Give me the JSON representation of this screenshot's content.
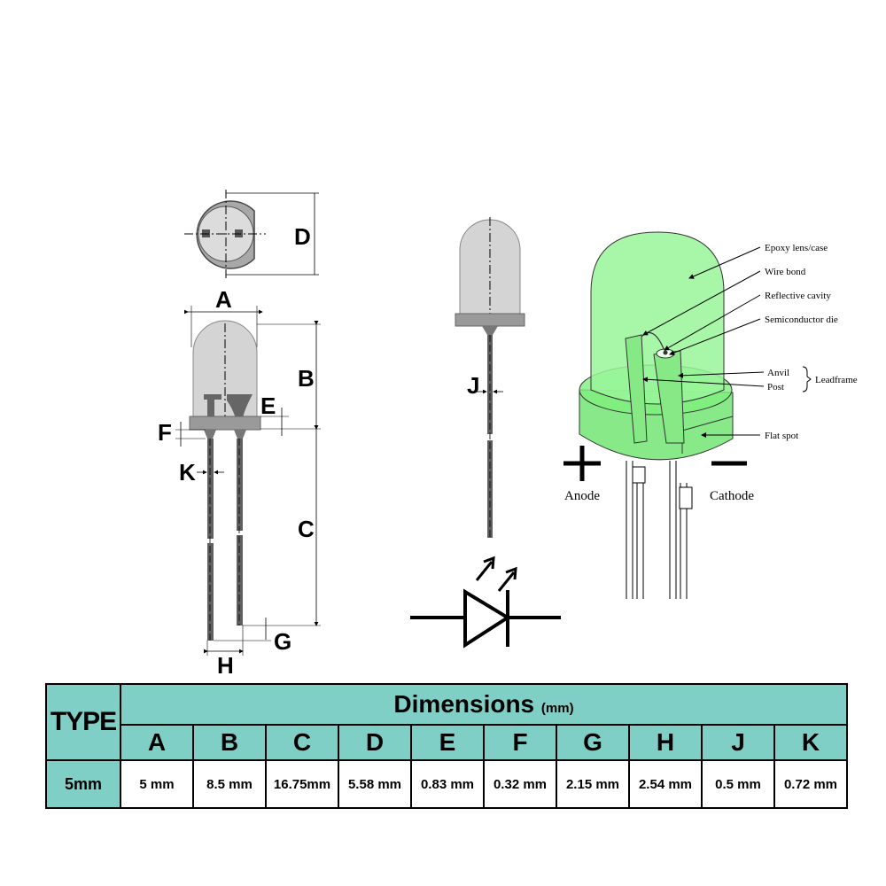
{
  "labels": {
    "A": "A",
    "B": "B",
    "C": "C",
    "D": "D",
    "E": "E",
    "F": "F",
    "G": "G",
    "H": "H",
    "J": "J",
    "K": "K"
  },
  "callouts": {
    "epoxy": "Epoxy lens/case",
    "wire_bond": "Wire bond",
    "reflective_cavity": "Reflective cavity",
    "semiconductor_die": "Semiconductor die",
    "anvil": "Anvil",
    "post": "Post",
    "leadframe": "Leadframe",
    "flat_spot": "Flat spot"
  },
  "polarity": {
    "plus": "+",
    "minus": "−",
    "anode": "Anode",
    "cathode": "Cathode"
  },
  "colors": {
    "led_green": "#66ee66",
    "table_teal": "#80cfc6"
  },
  "table": {
    "type_header": "TYPE",
    "dimensions_title": "Dimensions",
    "unit": "(mm)",
    "columns": [
      "A",
      "B",
      "C",
      "D",
      "E",
      "F",
      "G",
      "H",
      "J",
      "K"
    ],
    "rows": [
      {
        "type": "5mm",
        "values": [
          "5 mm",
          "8.5 mm",
          "16.75mm",
          "5.58 mm",
          "0.83 mm",
          "0.32 mm",
          "2.15 mm",
          "2.54 mm",
          "0.5 mm",
          "0.72 mm"
        ]
      }
    ]
  }
}
